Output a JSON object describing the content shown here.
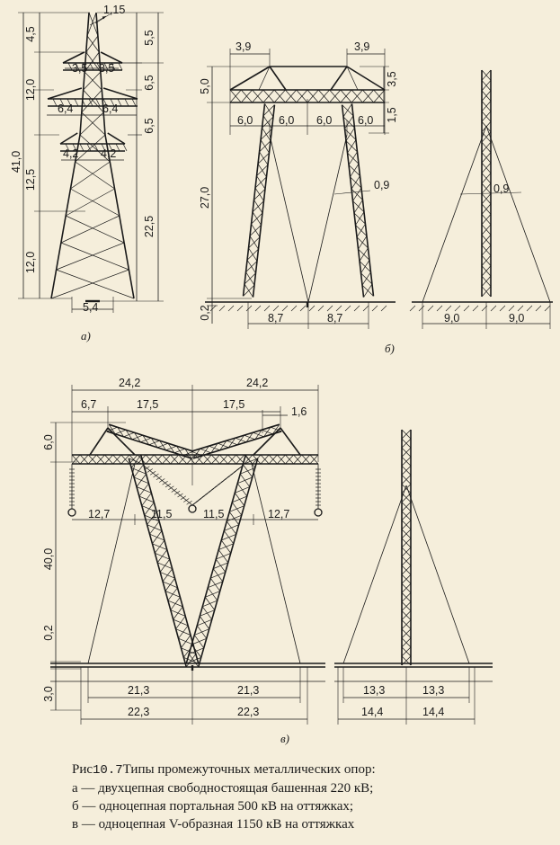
{
  "labels": {
    "a": "а)",
    "b": "б)",
    "v": "в)"
  },
  "dims": {
    "a": {
      "d1_15": "1,15",
      "d4_5": "4,5",
      "d5_5": "5,5",
      "d3_5l": "3,5",
      "d3_5r": "3,5",
      "d12_0t": "12,0",
      "d6_5a": "6,5",
      "d6_4l": "6,4",
      "d6_4r": "6,4",
      "d6_5b": "6,5",
      "d41_0": "41,0",
      "d12_5": "12,5",
      "d4_2l": "4,2",
      "d4_2r": "4,2",
      "d22_5": "22,5",
      "d12_0b": "12,0",
      "d5_4": "5,4"
    },
    "b": {
      "d3_9l": "3,9",
      "d3_9r": "3,9",
      "d5_0": "5,0",
      "d3_5": "3,5",
      "d1_5": "1,5",
      "d6_0a": "6,0",
      "d6_0b": "6,0",
      "d6_0c": "6,0",
      "d6_0d": "6,0",
      "d27_0": "27,0",
      "d0_9a": "0,9",
      "d0_9b": "0,9",
      "d0_2": "0,2",
      "d8_7l": "8,7",
      "d8_7r": "8,7",
      "d9_0l": "9,0",
      "d9_0r": "9,0"
    },
    "v": {
      "d24_2l": "24,2",
      "d24_2r": "24,2",
      "d6_7": "6,7",
      "d17_5l": "17,5",
      "d17_5r": "17,5",
      "d1_6": "1,6",
      "d6_0": "6,0",
      "d12_7l": "12,7",
      "d11_5l": "11,5",
      "d11_5r": "11,5",
      "d12_7r": "12,7",
      "d40_0": "40,0",
      "d0_2": "0,2",
      "d3_0": "3,0",
      "d21_3l": "21,3",
      "d21_3r": "21,3",
      "d22_3l": "22,3",
      "d22_3r": "22,3",
      "d13_3l": "13,3",
      "d13_3r": "13,3",
      "d14_4l": "14,4",
      "d14_4r": "14,4"
    }
  },
  "caption": {
    "prefix": "Рис",
    "number": "10.7",
    "title": "Типы промежуточных металлических опор:",
    "line_a": "а — двухцепная свободностоящая башенная 220 кВ;",
    "line_b": "б — одноцепная портальная 500 кВ на оттяжках;",
    "line_v": "в — одноцепная V-образная 1150 кВ на оттяжках"
  }
}
